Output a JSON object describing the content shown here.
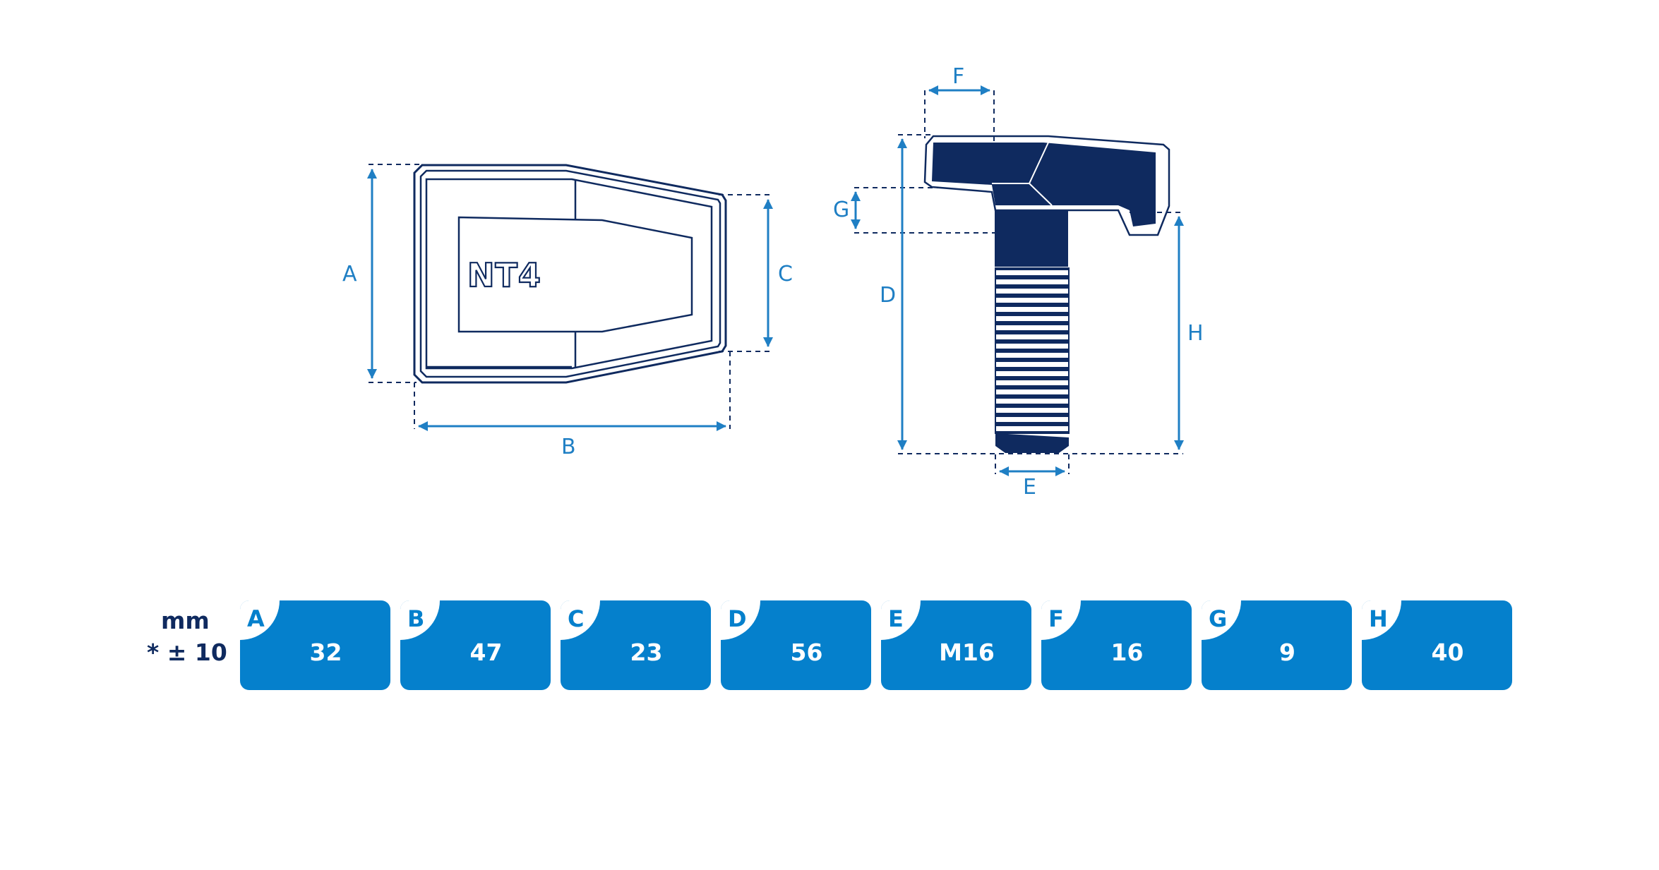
{
  "diagram": {
    "dimension_labels": {
      "A": "A",
      "B": "B",
      "C": "C",
      "D": "D",
      "E": "E",
      "F": "F",
      "G": "G",
      "H": "H"
    },
    "product_label": "NT4"
  },
  "legend": {
    "units_line1": "mm",
    "units_line2": "* ± 10"
  },
  "table": [
    {
      "letter": "A",
      "value": "32"
    },
    {
      "letter": "B",
      "value": "47"
    },
    {
      "letter": "C",
      "value": "23"
    },
    {
      "letter": "D",
      "value": "56"
    },
    {
      "letter": "E",
      "value": "M16"
    },
    {
      "letter": "F",
      "value": "16"
    },
    {
      "letter": "G",
      "value": "9"
    },
    {
      "letter": "H",
      "value": "40"
    }
  ],
  "colors": {
    "navy": "#0f2a5f",
    "dimension_blue": "#1f7fc4",
    "cell_blue": "#0580cc"
  }
}
